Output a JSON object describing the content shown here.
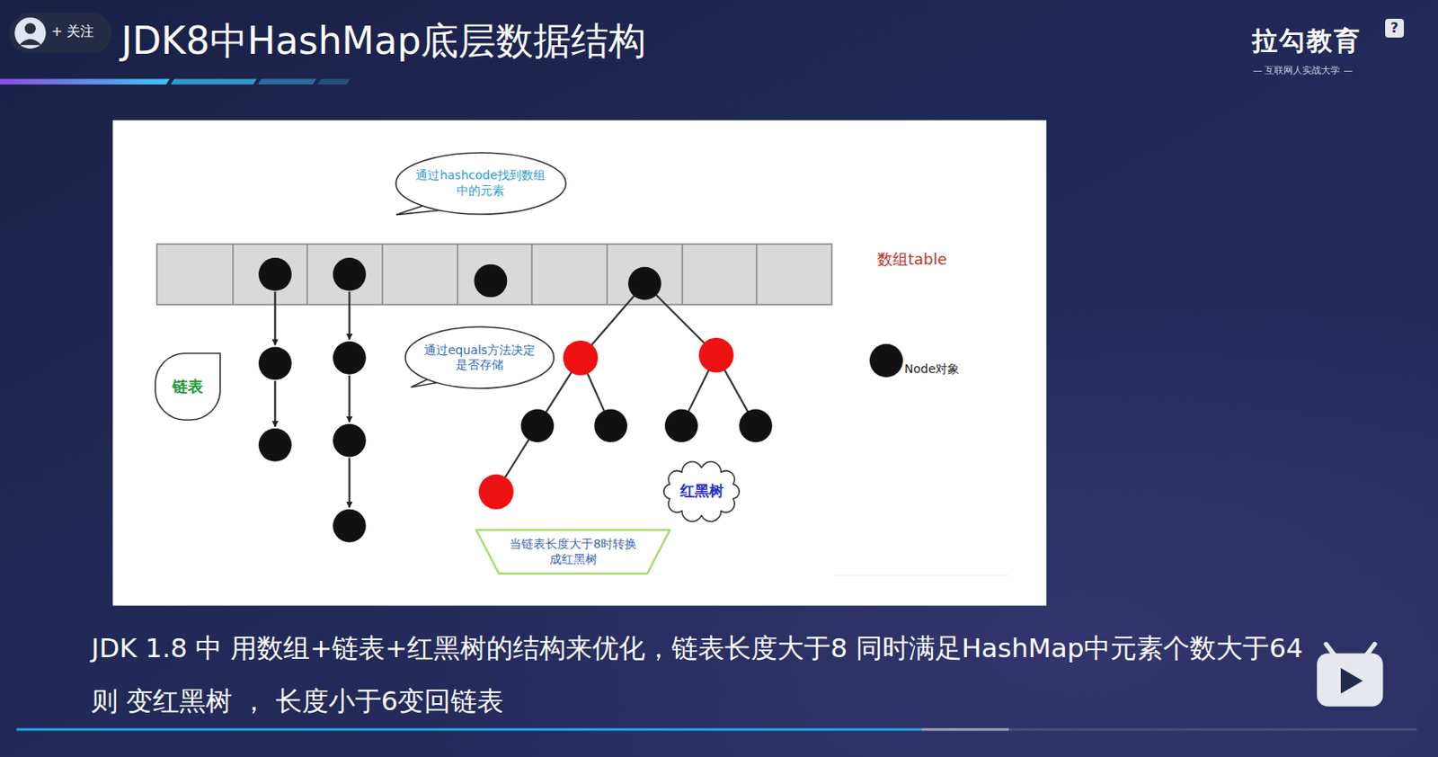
{
  "diagram": {
    "title": "JDK8中HashMap底层数据结构",
    "caption": "JDK 1.8 中 用数组+链表+红黑树的结构来优化，链表长度大于8 同时满足HashMap中元素个数大于64 则 变红黑树 ， 长度小于6变回链表",
    "nodes": [
      {
        "text": [
          "通过hashcode找到数组中的元素"
        ]
      },
      {
        "text": [
          "链表"
        ]
      },
      {
        "text": [
          "通过equals方法决定是否存储"
        ]
      },
      {
        "text": [
          "红黑树"
        ]
      },
      {
        "text": [
          "当链表长度大于8时转换成红黑树"
        ]
      }
    ],
    "labels": [
      "+ 关注",
      "拉勾教育",
      "— 互联网人实战大学 —",
      "?",
      "数组table"
    ],
    "legend": [
      {
        "text": "Node对象"
      }
    ]
  }
}
